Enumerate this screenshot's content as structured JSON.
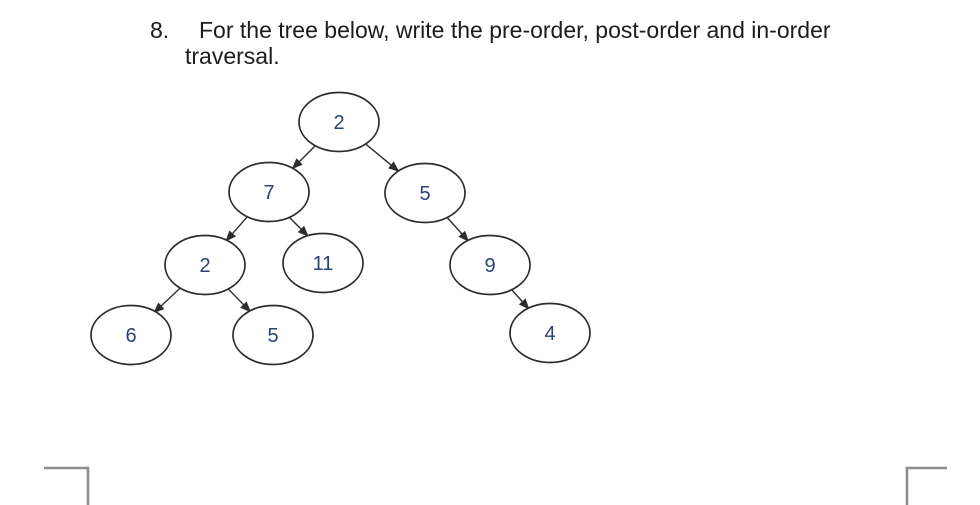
{
  "question": {
    "number": "8.",
    "text_line1": "For the tree below, write the pre-order, post-order and in-order",
    "text_line2": "traversal."
  },
  "tree": {
    "type": "binary-tree",
    "nodes": [
      {
        "id": "n0",
        "label": "2"
      },
      {
        "id": "n1",
        "label": "7"
      },
      {
        "id": "n2",
        "label": "5"
      },
      {
        "id": "n3",
        "label": "2"
      },
      {
        "id": "n4",
        "label": "11"
      },
      {
        "id": "n5",
        "label": "9"
      },
      {
        "id": "n6",
        "label": "6"
      },
      {
        "id": "n7",
        "label": "5"
      },
      {
        "id": "n8",
        "label": "4"
      }
    ],
    "edges": [
      {
        "from": "n0",
        "to": "n1",
        "side": "left"
      },
      {
        "from": "n0",
        "to": "n2",
        "side": "right"
      },
      {
        "from": "n1",
        "to": "n3",
        "side": "left"
      },
      {
        "from": "n1",
        "to": "n4",
        "side": "right"
      },
      {
        "from": "n2",
        "to": "n5",
        "side": "right"
      },
      {
        "from": "n3",
        "to": "n6",
        "side": "left"
      },
      {
        "from": "n3",
        "to": "n7",
        "side": "right"
      },
      {
        "from": "n5",
        "to": "n8",
        "side": "right"
      }
    ]
  },
  "colors": {
    "background": "#ffffff",
    "question_text": "#1c1c1c",
    "node_label": "#2a4376",
    "node_outline": "#2d2d2d",
    "edge": "#2d2d2d",
    "corner_mark": "#8e8e8e"
  }
}
